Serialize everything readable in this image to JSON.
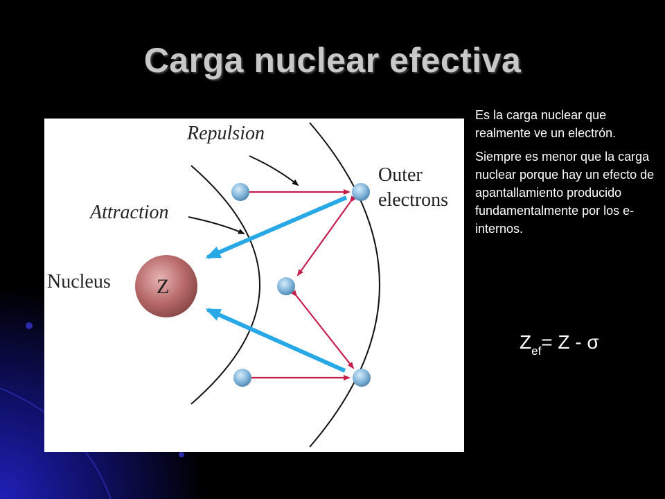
{
  "slide": {
    "title": "Carga nuclear efectiva",
    "background_color": "#000000",
    "accent_color": "#1a1aa0"
  },
  "figure": {
    "labels": {
      "repulsion": "Repulsion",
      "attraction": "Attraction",
      "nucleus": "Nucleus",
      "nucleus_symbol": "Z",
      "outer_line1": "Outer",
      "outer_line2": "electrons"
    },
    "colors": {
      "attraction_arrow": "#29a8e6",
      "repulsion_arrow": "#c41e4a",
      "nucleus": "#b86a6a",
      "electron": "#7fb3d9",
      "orbit": "#111111"
    }
  },
  "text_panel": {
    "paragraph1": "Es la carga nuclear que realmente ve un electrón.",
    "paragraph2": "Siempre es menor que la carga nuclear porque hay un efecto de apantallamiento producido fundamentalmente por los e- internos."
  },
  "formula": {
    "symbol": "Z",
    "subscript": "ef",
    "rhs": "= Z - σ"
  }
}
